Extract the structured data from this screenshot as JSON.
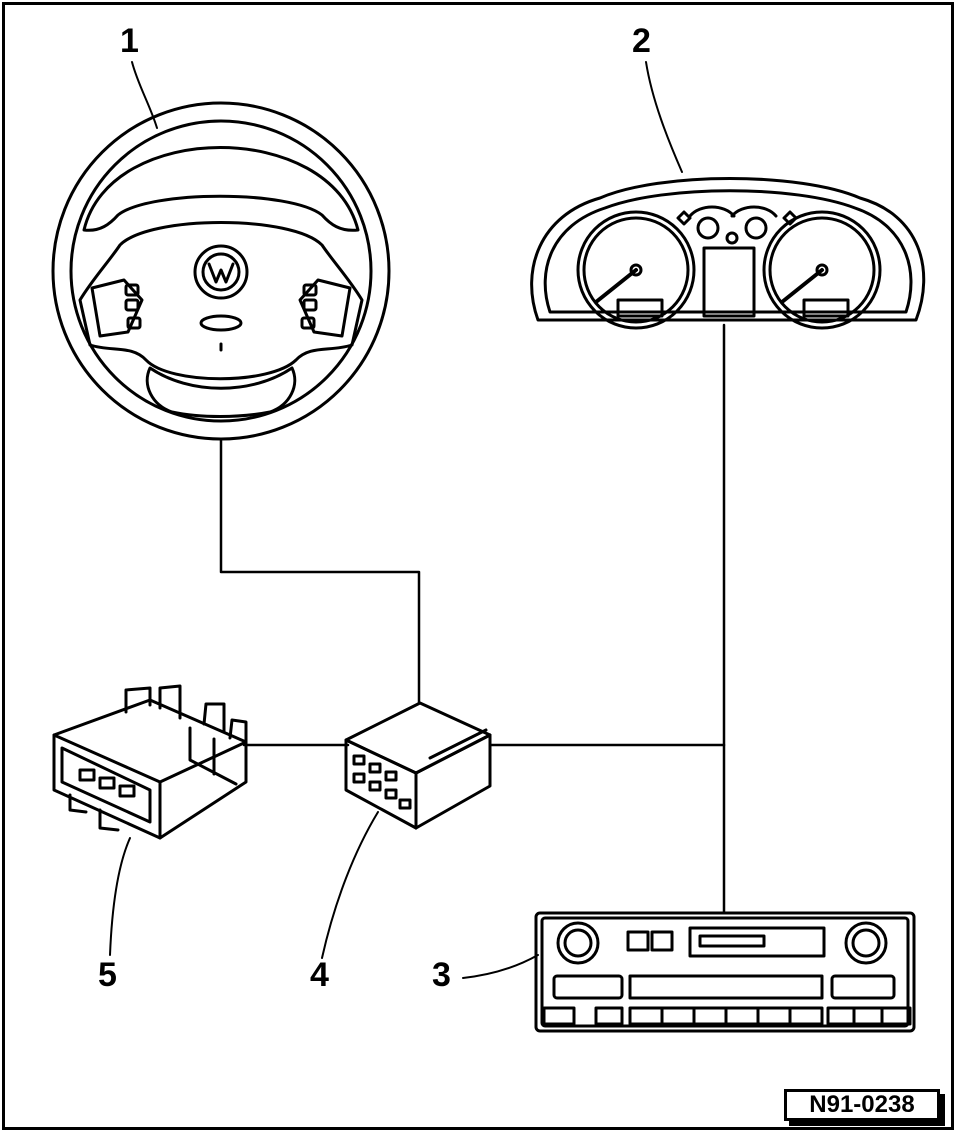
{
  "callouts": {
    "steering_wheel": "1",
    "instrument_cluster": "2",
    "radio": "3",
    "control_unit": "4",
    "connector": "5"
  },
  "reference_code": "N91-0238",
  "colors": {
    "line": "#000000",
    "background": "#ffffff"
  }
}
